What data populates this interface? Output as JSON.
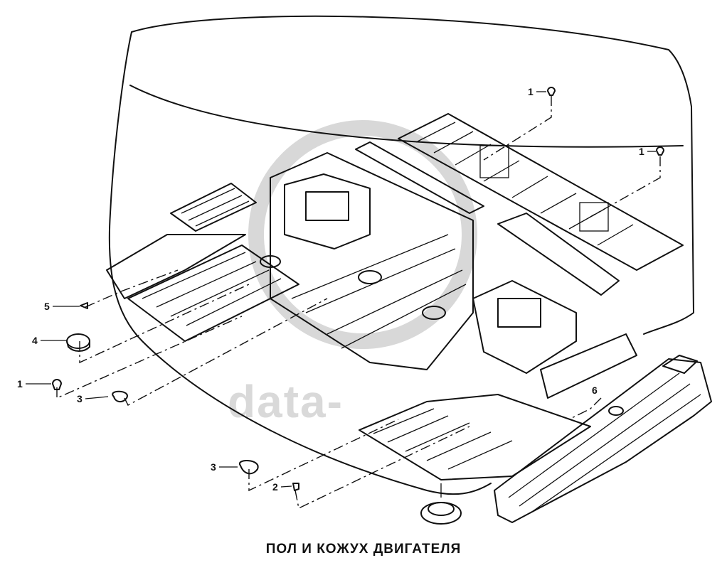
{
  "caption": "ПОЛ И КОЖУХ ДВИГАТЕЛЯ",
  "watermark": "data-",
  "callouts": [
    "1",
    "1",
    "5",
    "4",
    "1",
    "3",
    "3",
    "2",
    "6"
  ],
  "colors": {
    "ink": "#111111",
    "watermark": "#d8d8d8",
    "background": "#ffffff"
  }
}
